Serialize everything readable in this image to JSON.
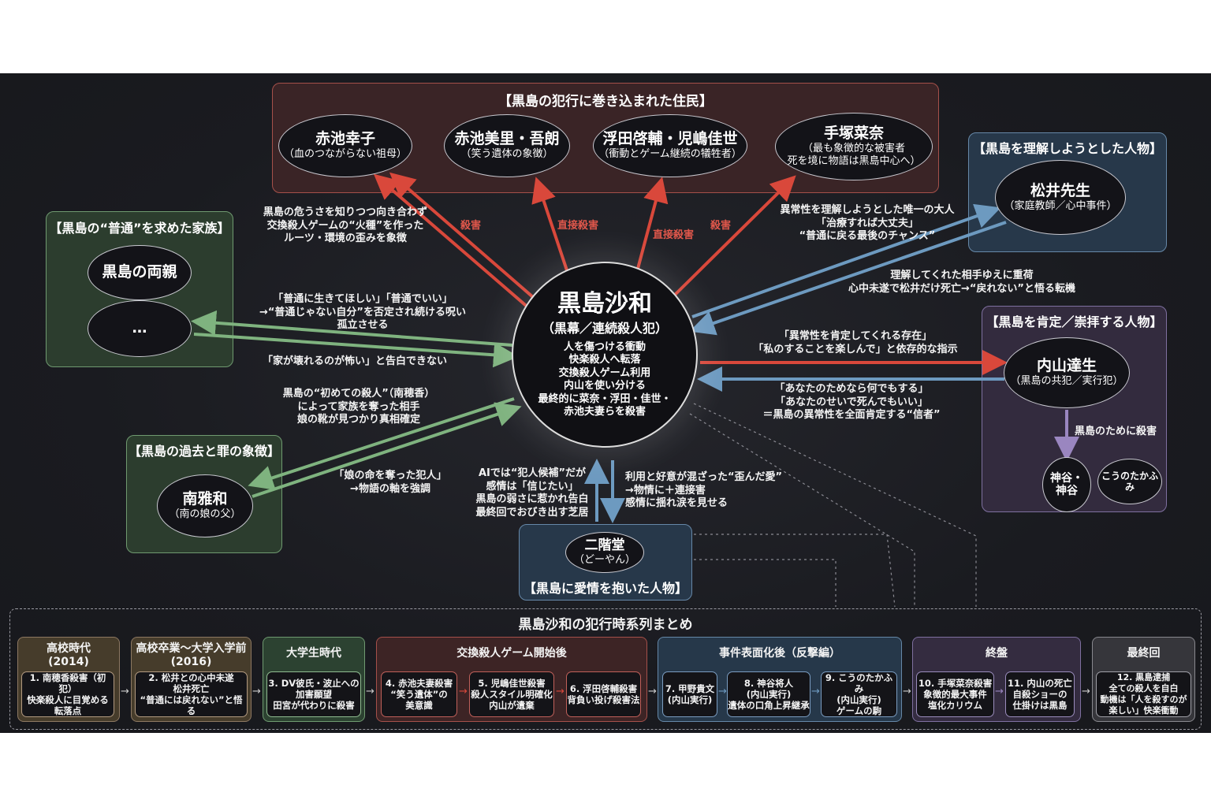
{
  "colors": {
    "kill": "#d9483b",
    "understand": "#6d9ac0",
    "family": "#7fb37f",
    "affirm": "#9a86c0",
    "background": "#1a1b20"
  },
  "victims_group": {
    "title": "【黒島の犯行に巻き込まれた住民】",
    "members": [
      {
        "name": "赤池幸子",
        "note": "（血のつながらない祖母）"
      },
      {
        "name": "赤池美里・吾朗",
        "note": "（笑う遺体の象徴）"
      },
      {
        "name": "浮田啓輔・児嶋佳世",
        "note": "（衝動とゲーム継続の犠牲者）"
      },
      {
        "name": "手塚菜奈",
        "note": "（最も象徴的な被害者\n死を境に物語は黒島中心へ）"
      }
    ]
  },
  "family_group": {
    "title": "【黒島の“普通”を求めた家族】",
    "members": [
      {
        "name": "黒島の両親"
      },
      {
        "name": "…"
      }
    ]
  },
  "understand_group": {
    "title": "【黒島を理解しようとした人物】",
    "members": [
      {
        "name": "松井先生",
        "note": "（家庭教師／心中事件）"
      }
    ]
  },
  "affirm_group": {
    "title": "【黒島を肯定／崇拝する人物】",
    "members": [
      {
        "name": "内山達生",
        "note": "（黒島の共犯／実行犯）"
      },
      {
        "name": "神谷・\n神谷"
      },
      {
        "name": "こうのたかふみ"
      }
    ],
    "edge_label": "黒島のために殺害"
  },
  "past_group": {
    "title": "【黒島の過去と罪の象徴】",
    "members": [
      {
        "name": "南雅和",
        "note": "（南の娘の父）"
      }
    ]
  },
  "love_group": {
    "title": "【黒島に愛情を抱いた人物】",
    "members": [
      {
        "name": "二階堂",
        "note": "（どーやん）"
      }
    ]
  },
  "center": {
    "name": "黒島沙和",
    "role": "（黒幕／連続殺人犯）",
    "desc": "人を傷つける衝動\n快楽殺人へ転落\n交換殺人ゲーム利用\n内山を使い分ける\n最終的に菜奈・浮田・佳世・\n赤池夫妻らを殺害"
  },
  "edge_labels": {
    "sachiko": "黒島の危うさを知りつつ向き合わず\n交換殺人ゲームの“火種”を作った\nルーツ・環境の歪みを象徴",
    "kill1": "殺害",
    "kill2": "直接殺害",
    "kill3": "直接殺害",
    "kill4": "殺害",
    "matsui1": "異常性を理解しようとした唯一の大人\n「治療すれば大丈夫」\n“普通に戻る最後のチャンス”",
    "matsui2": "理解してくれた相手ゆえに重荷\n心中未遂で松井だけ死亡→“戻れない”と悟る転機",
    "family1": "「普通に生きてほしい」「普通でいい」\n→“普通じゃない自分”を否定され続ける呪い\n孤立させる",
    "family2": "「家が壊れるのが怖い」と告白できない",
    "minami1": "黒島の“初めての殺人”（南穂香）\nによって家族を奪った相手\n娘の靴が見つかり真相確定",
    "minami2": "「娘の命を奪った犯人」\n→物語の軸を強調",
    "uchiyama1": "「異常性を肯定してくれる存在」\n「私のすることを楽しんで」と依存的な指示",
    "uchiyama2": "「あなたのためなら何でもする」\n「あなたのせいで死んでもいい」\n＝黒島の異常性を全面肯定する“信者”",
    "nikaido1": "AIでは“犯人候補”だが\n感情は「信じたい」\n黒島の弱さに惹かれ告白\n最終回でおびき出す芝居",
    "nikaido2": "利用と好意が混ざった“歪んだ愛”\n→物情に＋連接害\n感情に揺れ涙を見せる"
  },
  "timeline": {
    "title": "黒島沙和の犯行時系列まとめ",
    "phases": [
      {
        "title": "高校時代\n(2014)",
        "events": [
          "1. 南穂香殺害（初犯）\n快楽殺人に目覚める\n転落点"
        ]
      },
      {
        "title": "高校卒業〜大学入学前\n(2016)",
        "events": [
          "2. 松井との心中未遂\n松井死亡\n“普通には戻れない”と悟る"
        ]
      },
      {
        "title": "大学生時代",
        "events": [
          "3. DV彼氏・波止への\n加害願望\n田宮が代わりに殺害"
        ]
      },
      {
        "title": "交換殺人ゲーム開始後",
        "events": [
          "4. 赤池夫妻殺害\n“笑う遺体”の\n美意識",
          "5. 児嶋佳世殺害\n殺人スタイル明確化\n内山が遺棄",
          "6. 浮田啓輔殺害\n背負い投げ殺害法"
        ]
      },
      {
        "title": "事件表面化後（反撃編）",
        "events": [
          "7. 甲野貴文\n(内山実行)",
          "8. 神谷将人\n(内山実行)\n遺体の口角上昇継承",
          "9. こうのたかふみ\n(内山実行)\nゲームの駒"
        ]
      },
      {
        "title": "終盤",
        "events": [
          "10. 手塚菜奈殺害\n象徴的最大事件\n塩化カリウム",
          "11. 内山の死亡\n自殺ショーの\n仕掛けは黒島"
        ]
      },
      {
        "title": "最終回",
        "events": [
          "12. 黒島逮捕\n全ての殺人を自白\n動機は「人を殺すのが\n楽しい」快楽衝動"
        ]
      }
    ]
  }
}
